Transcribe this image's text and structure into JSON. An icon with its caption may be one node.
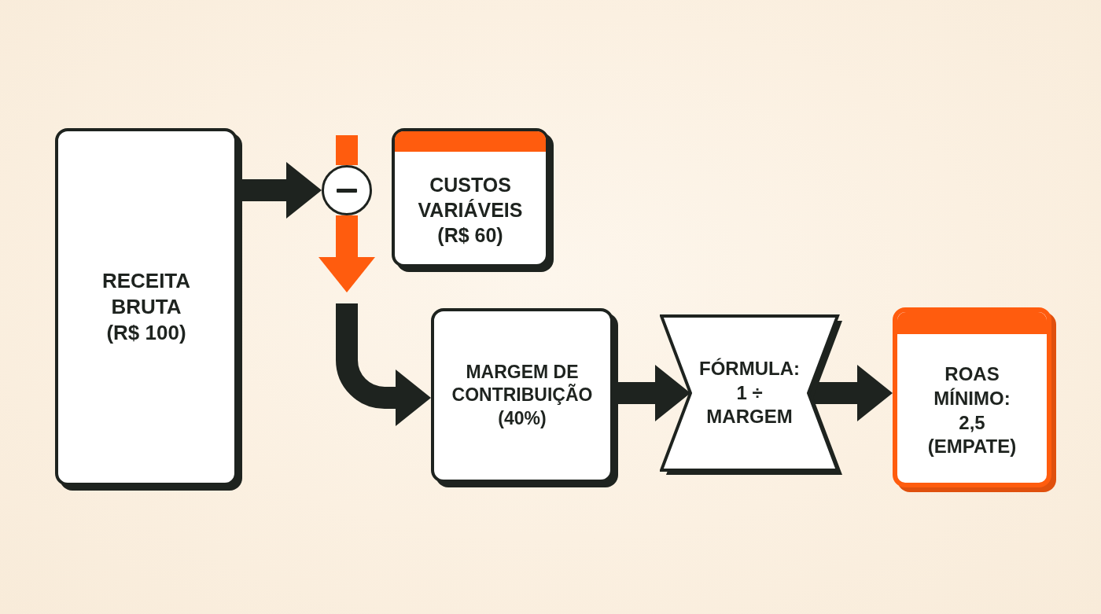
{
  "diagram": {
    "nodes": [
      {
        "text": [
          "RECEITA BRUTA (R$ 100)"
        ]
      },
      {
        "text": [],
        "shape": "circle"
      },
      {
        "text": [
          "CUSTOS VARIÁVEIS (R$ 60)"
        ]
      },
      {
        "text": [
          "MARGEM DE CONTRIBUIÇÃO (40%)"
        ]
      },
      {
        "text": [
          "FÓRMULA: 1 ÷ MARGEM"
        ]
      },
      {
        "text": [
          "ROAS MÍNIMO: 2,5 (EMPATE)"
        ]
      }
    ],
    "edges": [
      {
        "from": 0,
        "to": 1,
        "arrow": "to"
      },
      {
        "from": null,
        "to": 1,
        "arrow": "none",
        "color": "#ff5c0e"
      },
      {
        "from": 1,
        "to": null,
        "arrow": "to",
        "color": "#ff5c0e"
      },
      {
        "from": null,
        "to": 3,
        "arrow": "to"
      },
      {
        "from": 3,
        "to": 4,
        "arrow": "to"
      },
      {
        "from": 4,
        "to": 5,
        "arrow": "to"
      }
    ]
  }
}
